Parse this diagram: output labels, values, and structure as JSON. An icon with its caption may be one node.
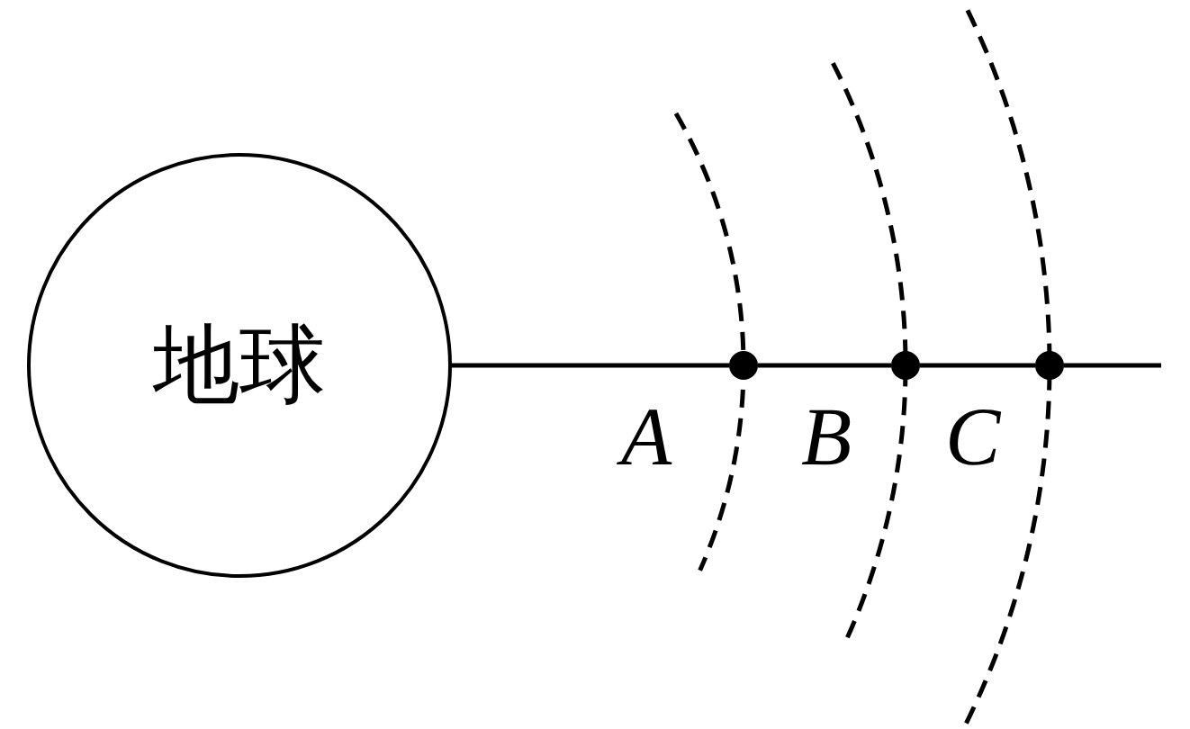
{
  "diagram": {
    "nodes": [
      {
        "text": [
          "地球"
        ]
      },
      {
        "text": [],
        "shape": "circle",
        "beside": [
          "A"
        ]
      },
      {
        "text": [],
        "shape": "circle",
        "beside": [
          "B"
        ]
      },
      {
        "text": [],
        "shape": "circle",
        "beside": [
          "C"
        ]
      }
    ],
    "edges": [
      {
        "from": 0,
        "to": 1,
        "arrow": "none"
      },
      {
        "from": 1,
        "to": 2,
        "arrow": "none"
      },
      {
        "from": 2,
        "to": 3,
        "arrow": "none"
      },
      {
        "from": 3,
        "to": null,
        "arrow": "none"
      }
    ]
  }
}
